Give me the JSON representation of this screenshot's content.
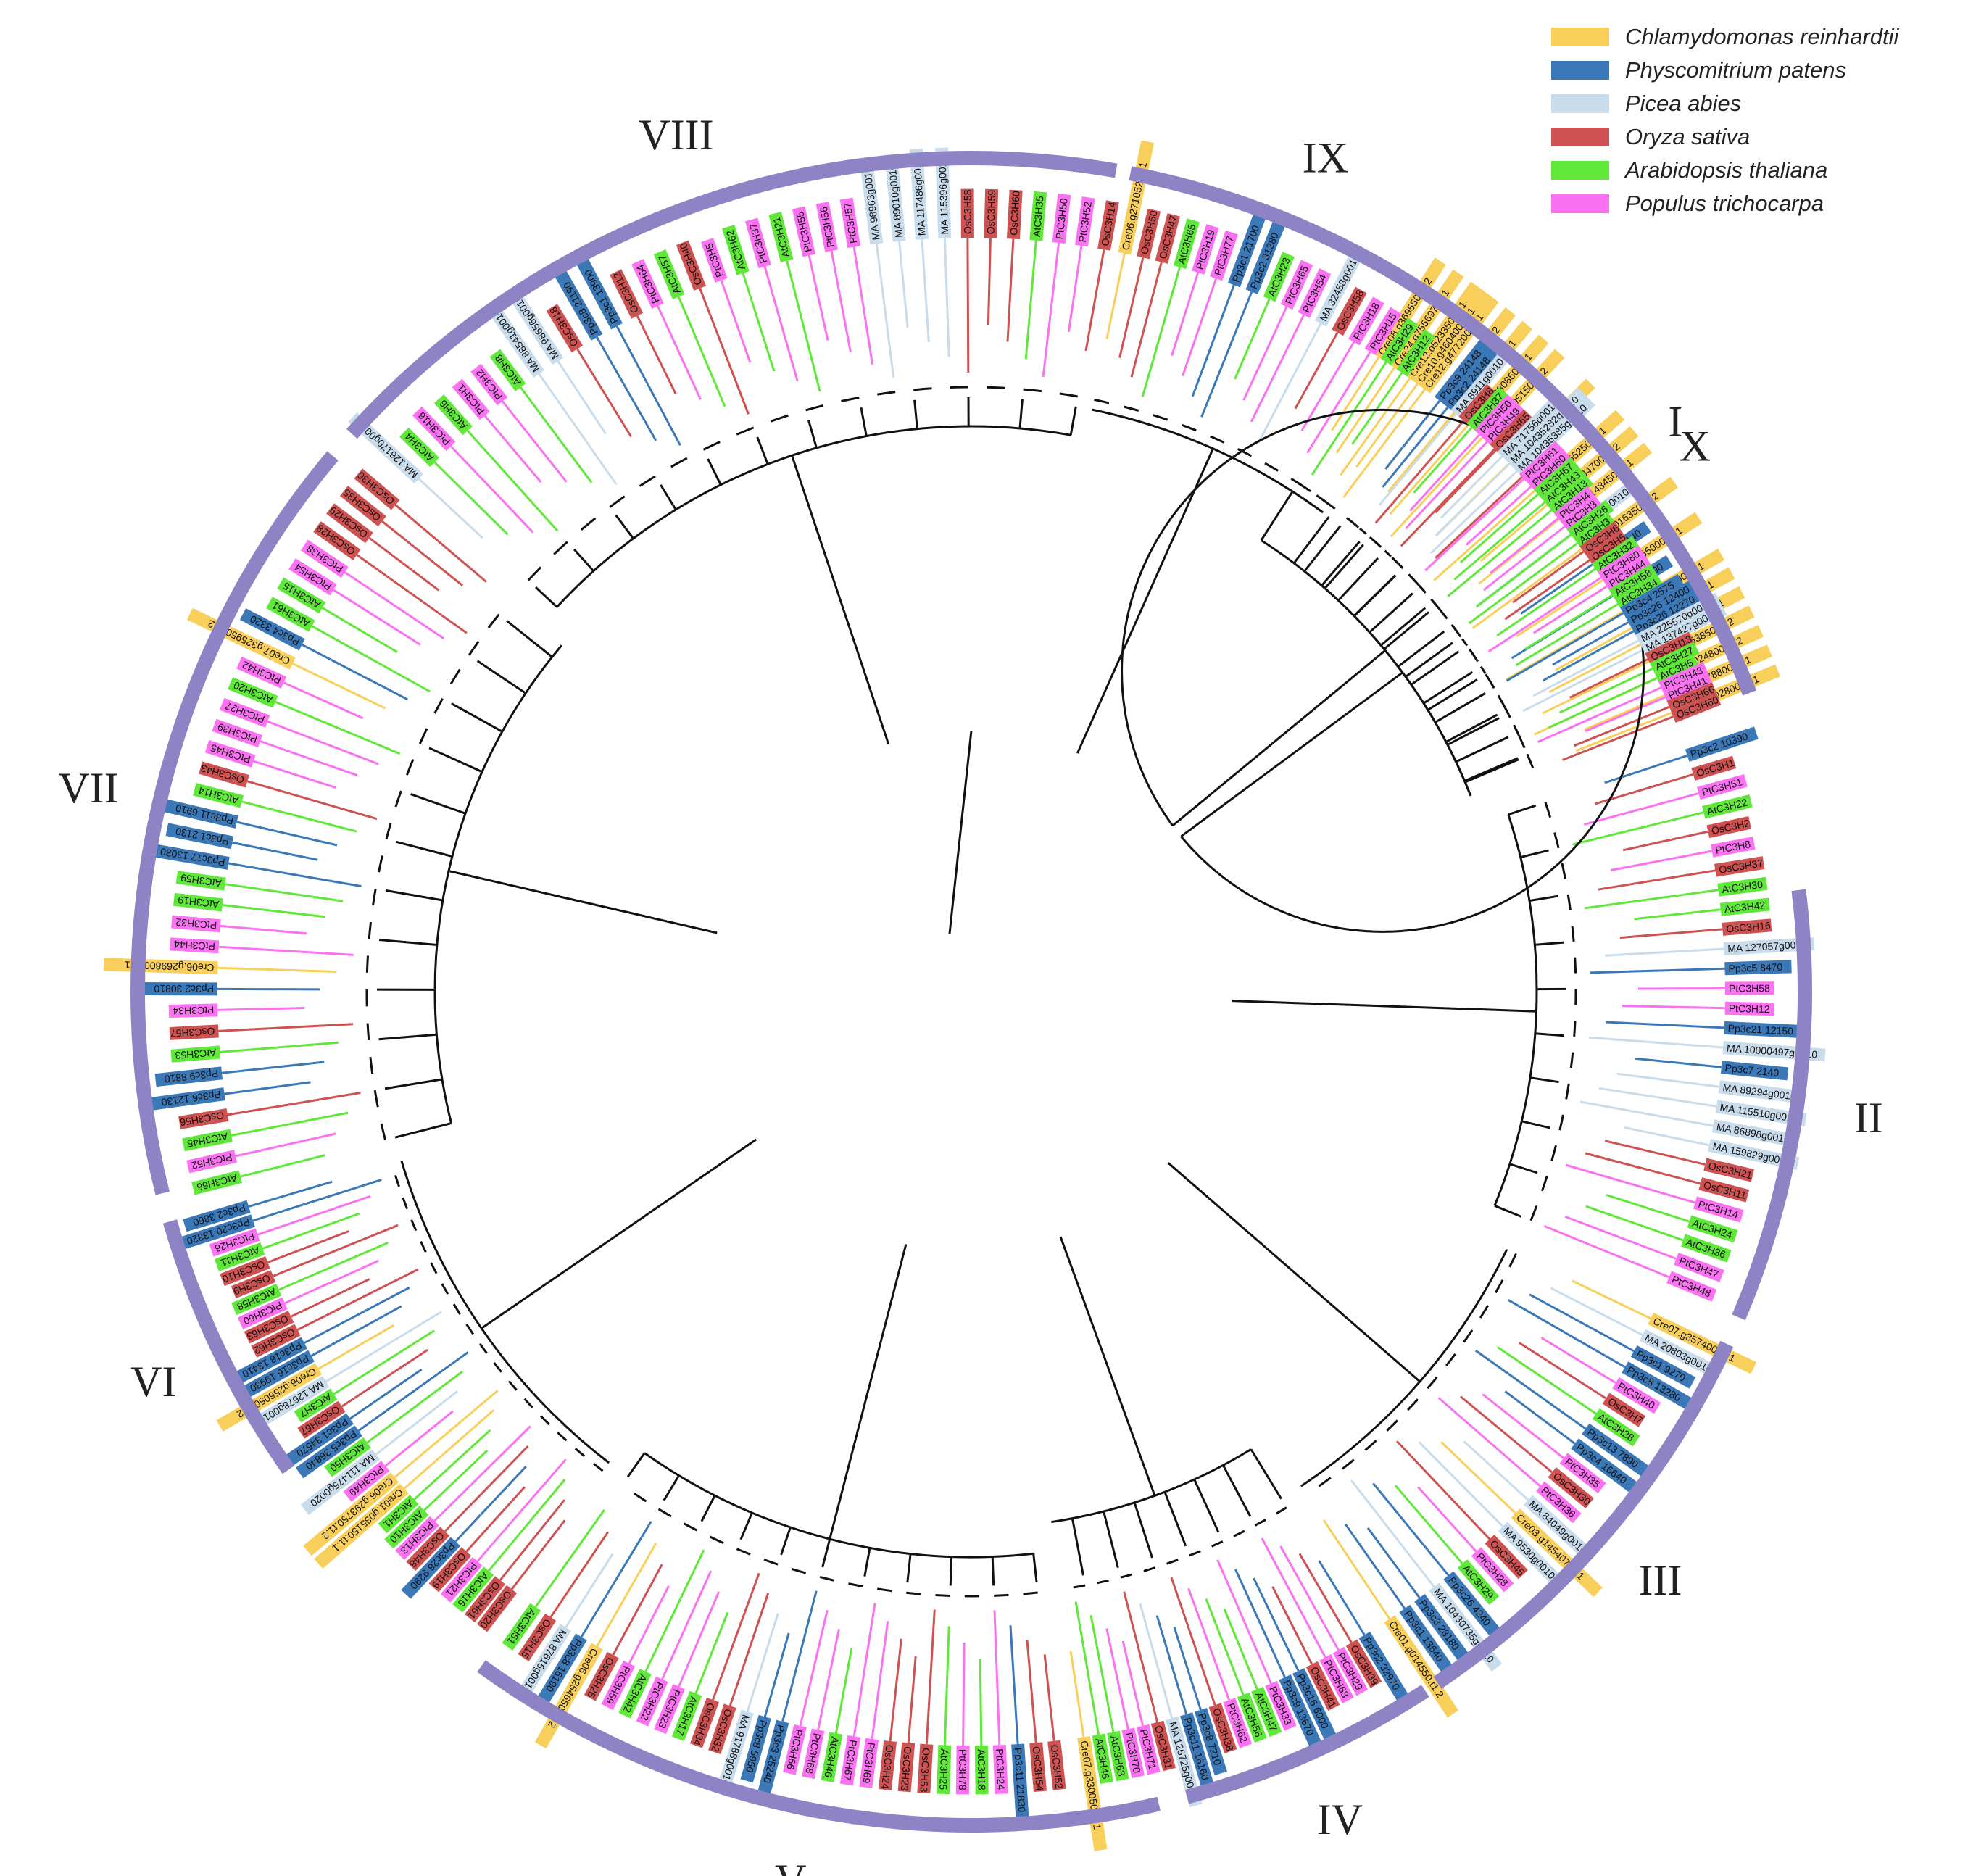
{
  "legend": {
    "items": [
      {
        "label": "Chlamydomonas reinhardtii",
        "color": "#F9CF5C"
      },
      {
        "label": "Physcomitrium patens",
        "color": "#3B78B8"
      },
      {
        "label": "Picea abies",
        "color": "#C9DCEC"
      },
      {
        "label": "Oryza sativa",
        "color": "#CE5252"
      },
      {
        "label": "Arabidopsis thaliana",
        "color": "#5FE839"
      },
      {
        "label": "Populus trichocarpa",
        "color": "#FA72F2"
      }
    ]
  },
  "colors": {
    "ring": "#8E83C4",
    "internal_branch": "#111111"
  },
  "clades": [
    {
      "label": "I",
      "start": 303,
      "end": 339
    },
    {
      "label": "II",
      "start": 353,
      "end": 383
    },
    {
      "label": "III",
      "start": 385,
      "end": 416
    },
    {
      "label": "IV",
      "start": 417,
      "end": 435
    },
    {
      "label": "V",
      "start": 437,
      "end": 486
    },
    {
      "label": "VI",
      "start": 505,
      "end": 524
    },
    {
      "label": "VII",
      "start": 526,
      "end": 580
    },
    {
      "label": "VIII",
      "start": 582,
      "end": 640
    },
    {
      "label": "IX",
      "start": 641,
      "end": 665
    },
    {
      "label": "X",
      "start": 667,
      "end": 699
    }
  ],
  "leaf_groups": [
    {
      "clade": "I",
      "start": 302,
      "end": 339,
      "leaves": [
        [
          "Cre08.g369550.t1.2",
          "C"
        ],
        [
          "Cre24.g755697.t1.1",
          "C"
        ],
        [
          "Cre12.g523350.t1.1",
          "C"
        ],
        [
          "Cre12.g477200.t1.1",
          "C"
        ],
        [
          "Cre01.g055250.t1.2",
          "C"
        ],
        [
          "Cre03.g185650.t1.1",
          "C"
        ],
        [
          "Cre16.g680850.t1.1",
          "C"
        ],
        [
          "Cre01.g005150.t1.2",
          "C"
        ],
        [
          "OsC3H3",
          "O"
        ],
        [
          "Cre13.g602700.t1.1",
          "C"
        ],
        [
          "OsC3H4",
          "O"
        ],
        [
          "Cre07.g355250.t1.1",
          "C"
        ],
        [
          "Cre03.g194700.t1.2",
          "C"
        ],
        [
          "Cre03.g148450.t1.1",
          "C"
        ],
        [
          "MA 840860010",
          "A"
        ],
        [
          "Cre01.g016350.t1.2",
          "C"
        ],
        [
          "Pp3c1 7140",
          "P"
        ],
        [
          "Cre06.g255000.t1.1",
          "C"
        ],
        [
          "Pp3c3 7090",
          "P"
        ],
        [
          "Cre12.g496400.t1.1",
          "C"
        ],
        [
          "Cre09.g401100.t1.1",
          "C"
        ],
        [
          "Cre01.g068600.t1.1",
          "C"
        ],
        [
          "Cre06.g263850.t1.2",
          "C"
        ],
        [
          "Cre01.g024800.t1.2",
          "C"
        ],
        [
          "Cre06.g278800.t1.1",
          "C"
        ],
        [
          "Cre06.g302800.t1.1",
          "C"
        ]
      ]
    },
    {
      "clade": "II",
      "start": 341,
      "end": 383,
      "leaves": [
        [
          "Pp3c2 10390",
          "P"
        ],
        [
          "OsC3H1",
          "O"
        ],
        [
          "PtC3H51",
          "T"
        ],
        [
          "AtC3H22",
          "At"
        ],
        [
          "OsC3H2",
          "O"
        ],
        [
          "PtC3H8",
          "T"
        ],
        [
          "OsC3H37",
          "O"
        ],
        [
          "AtC3H30",
          "At"
        ],
        [
          "AtC3H42",
          "At"
        ],
        [
          "OsC3H16",
          "O"
        ],
        [
          "MA 127057g0010",
          "A"
        ],
        [
          "Pp3c5 8470",
          "P"
        ],
        [
          "PtC3H58",
          "T"
        ],
        [
          "PtC3H12",
          "T"
        ],
        [
          "Pp3c21 12150",
          "P"
        ],
        [
          "MA 10000497g0010",
          "A"
        ],
        [
          "Pp3c7 2140",
          "P"
        ],
        [
          "MA 89294g0010",
          "A"
        ],
        [
          "MA 115510g0010",
          "A"
        ],
        [
          "MA 86898g0010",
          "A"
        ],
        [
          "MA 159829g0010",
          "A"
        ],
        [
          "OsC3H21",
          "O"
        ],
        [
          "OsC3H11",
          "O"
        ],
        [
          "PtC3H14",
          "T"
        ],
        [
          "AtC3H24",
          "At"
        ],
        [
          "AtC3H36",
          "At"
        ],
        [
          "PtC3H47",
          "T"
        ],
        [
          "PtC3H48",
          "T"
        ]
      ]
    },
    {
      "clade": "III",
      "start": 385,
      "end": 417,
      "leaves": [
        [
          "Cre07.g357400.t1.1",
          "C"
        ],
        [
          "MA 20803g0010",
          "A"
        ],
        [
          "Pp3c1 9270",
          "P"
        ],
        [
          "Pp3c8 13280",
          "P"
        ],
        [
          "PtC3H40",
          "T"
        ],
        [
          "OsC3H7",
          "O"
        ],
        [
          "AtC3H28",
          "At"
        ],
        [
          "Pp3c13 7890",
          "P"
        ],
        [
          "Pp3c4 16640",
          "P"
        ],
        [
          "PtC3H35",
          "T"
        ],
        [
          "OsC3H30",
          "O"
        ],
        [
          "PtC3H36",
          "T"
        ],
        [
          "MA 84049g0010",
          "A"
        ],
        [
          "Cre03.g145407.t1.1",
          "C"
        ],
        [
          "MA 9530g0010",
          "A"
        ],
        [
          "OsC3H45",
          "O"
        ],
        [
          "PtC3H28",
          "T"
        ],
        [
          "AtC3H29",
          "At"
        ],
        [
          "Pp3c26 4240",
          "P"
        ],
        [
          "MA 10430735g0010",
          "A"
        ],
        [
          "Pp3c3 28180",
          "P"
        ],
        [
          "Pp3c1 13640",
          "P"
        ],
        [
          "Cre01.g014550.t1.2",
          "C"
        ]
      ]
    },
    {
      "clade": "IV",
      "start": 418,
      "end": 442,
      "leaves": [
        [
          "Pp3c2 32970",
          "P"
        ],
        [
          "OsC3H39",
          "O"
        ],
        [
          "PtC3H29",
          "T"
        ],
        [
          "PtC3H63",
          "T"
        ],
        [
          "OsC3H41",
          "O"
        ],
        [
          "Pp3c16 6000",
          "P"
        ],
        [
          "Pp3c9 13670",
          "P"
        ],
        [
          "PtC3H33",
          "T"
        ],
        [
          "AtC3H47",
          "At"
        ],
        [
          "AtC3H56",
          "At"
        ],
        [
          "PtC3H62",
          "T"
        ],
        [
          "OsC3H38",
          "O"
        ],
        [
          "Pp3c8 7210",
          "P"
        ],
        [
          "Pp3c11 16160",
          "P"
        ],
        [
          "MA 126725g0010",
          "A"
        ],
        [
          "OsC3H31",
          "O"
        ],
        [
          "PtC3H71",
          "T"
        ],
        [
          "PtC3H70",
          "T"
        ],
        [
          "AtC3H63",
          "At"
        ],
        [
          "AtC3H46",
          "At"
        ],
        [
          "Cre07.g330050.t1.1",
          "C"
        ]
      ]
    },
    {
      "clade": "V",
      "start": 443,
      "end": 486,
      "leaves": [
        [
          "OsC3H52",
          "O"
        ],
        [
          "OsC3H54",
          "O"
        ],
        [
          "Pp3c11 21830",
          "P"
        ],
        [
          "PtC3H24",
          "T"
        ],
        [
          "AtC3H18",
          "At"
        ],
        [
          "PtC3H78",
          "T"
        ],
        [
          "AtC3H25",
          "At"
        ],
        [
          "OsC3H53",
          "O"
        ],
        [
          "OsC3H23",
          "O"
        ],
        [
          "OsC3H24",
          "O"
        ],
        [
          "PtC3H69",
          "T"
        ],
        [
          "PtC3H67",
          "T"
        ],
        [
          "AtC3H46",
          "At"
        ],
        [
          "PtC3H68",
          "T"
        ],
        [
          "PtC3H66",
          "T"
        ],
        [
          "Pp3c3 25240",
          "P"
        ],
        [
          "Pp3c8 5950",
          "P"
        ],
        [
          "MA 91788g0010",
          "A"
        ],
        [
          "OsC3H32",
          "O"
        ],
        [
          "OsC3H34",
          "O"
        ],
        [
          "AtC3H17",
          "At"
        ],
        [
          "PtC3H23",
          "T"
        ],
        [
          "PtC3H22",
          "T"
        ],
        [
          "AtC3H42",
          "At"
        ],
        [
          "PtC3H59",
          "T"
        ],
        [
          "OsC3H25",
          "O"
        ],
        [
          "Cre06.g254650.t1.2",
          "C"
        ],
        [
          "Pp3c8 16190",
          "P"
        ],
        [
          "MA 87616g0010",
          "A"
        ],
        [
          "OsC3H15",
          "O"
        ],
        [
          "AtC3H51",
          "At"
        ]
      ]
    },
    {
      "clade": "VI",
      "start": 487,
      "end": 524,
      "leaves": [
        [
          "OsC3H20",
          "O"
        ],
        [
          "OsC3H61",
          "O"
        ],
        [
          "AtC3H16",
          "At"
        ],
        [
          "PtC3H21",
          "T"
        ],
        [
          "OsC3H19",
          "O"
        ],
        [
          "Pp3c26 9290",
          "P"
        ],
        [
          "OsC3H48",
          "O"
        ],
        [
          "PtC3H13",
          "T"
        ],
        [
          "AtC3H10",
          "At"
        ],
        [
          "AtC3H1",
          "At"
        ],
        [
          "Cre01.g035150.t1.1",
          "C"
        ],
        [
          "Cre06.g293750.t1.2",
          "C"
        ],
        [
          "PtC3H49",
          "T"
        ],
        [
          "MA 111475g0020",
          "A"
        ],
        [
          "AtC3H50",
          "At"
        ],
        [
          "Pp3c5 36840",
          "P"
        ],
        [
          "Pp3c1 34570",
          "P"
        ],
        [
          "OsC3H67",
          "O"
        ],
        [
          "AtC3H7",
          "At"
        ],
        [
          "MA 12678g0010",
          "A"
        ],
        [
          "Cre06.g256050.t1.2",
          "C"
        ],
        [
          "Pp3c16 19930",
          "P"
        ],
        [
          "Pp3c18 13410",
          "P"
        ],
        [
          "OsC3H62",
          "O"
        ],
        [
          "OsC3H63",
          "O"
        ],
        [
          "PtC3H60",
          "T"
        ],
        [
          "AtC3H58",
          "At"
        ],
        [
          "OsC3H9",
          "O"
        ],
        [
          "OsC3H10",
          "O"
        ],
        [
          "AtC3H11",
          "At"
        ],
        [
          "PtC3H26",
          "T"
        ],
        [
          "Pp3c20 13320",
          "P"
        ],
        [
          "Pp3c2 3860",
          "P"
        ]
      ]
    },
    {
      "clade": "VII",
      "start": 525,
      "end": 581,
      "leaves": [
        [
          "AtC3H66",
          "At"
        ],
        [
          "PtC3H52",
          "T"
        ],
        [
          "AtC3H45",
          "At"
        ],
        [
          "OsC3H56",
          "O"
        ],
        [
          "Pp3c6 12130",
          "P"
        ],
        [
          "Pp3c9 8810",
          "P"
        ],
        [
          "AtC3H53",
          "At"
        ],
        [
          "OsC3H57",
          "O"
        ],
        [
          "PtC3H34",
          "T"
        ],
        [
          "Pp3c2 30810",
          "P"
        ],
        [
          "Cre06.g269800.t1.1",
          "C"
        ],
        [
          "PtC3H44",
          "T"
        ],
        [
          "PtC3H32",
          "T"
        ],
        [
          "AtC3H19",
          "At"
        ],
        [
          "AtC3H59",
          "At"
        ],
        [
          "Pp3c17 13030",
          "P"
        ],
        [
          "Pp3c1 2130",
          "P"
        ],
        [
          "Pp3c11 6910",
          "P"
        ],
        [
          "AtC3H14",
          "At"
        ],
        [
          "OsC3H43",
          "O"
        ],
        [
          "PtC3H45",
          "T"
        ],
        [
          "PtC3H39",
          "T"
        ],
        [
          "PtC3H27",
          "T"
        ],
        [
          "AtC3H20",
          "At"
        ],
        [
          "PtC3H42",
          "T"
        ],
        [
          "Cre07.g325950.t1.2",
          "C"
        ],
        [
          "Pp3c4 3320",
          "P"
        ],
        [
          "AtC3H61",
          "At"
        ],
        [
          "AtC3H15",
          "At"
        ],
        [
          "PtC3H54",
          "T"
        ],
        [
          "PtC3H38",
          "T"
        ],
        [
          "OsC3H28",
          "O"
        ],
        [
          "OsC3H29",
          "O"
        ],
        [
          "OsC3H35",
          "O"
        ],
        [
          "OsC3H36",
          "O"
        ]
      ]
    },
    {
      "clade": "VIII",
      "start": 582,
      "end": 641,
      "leaves": [
        [
          "MA 126170g0010",
          "A"
        ],
        [
          "AtC3H4",
          "At"
        ],
        [
          "PtC3H16",
          "T"
        ],
        [
          "AtC3H6",
          "At"
        ],
        [
          "PtC3H1",
          "T"
        ],
        [
          "PtC3H2",
          "T"
        ],
        [
          "AtC3H8",
          "At"
        ],
        [
          "MA 88541g0010",
          "A"
        ],
        [
          "MA 98656g0010",
          "A"
        ],
        [
          "OsC3H18",
          "O"
        ],
        [
          "Pp3c8 21190",
          "P"
        ],
        [
          "Pp3c1 13900",
          "P"
        ],
        [
          "OsC3H12",
          "O"
        ],
        [
          "PtC3H64",
          "T"
        ],
        [
          "AtC3H57",
          "At"
        ],
        [
          "OsC3H40",
          "O"
        ],
        [
          "PtC3H5",
          "T"
        ],
        [
          "AtC3H62",
          "At"
        ],
        [
          "PtC3H37",
          "T"
        ],
        [
          "AtC3H21",
          "At"
        ],
        [
          "PtC3H55",
          "T"
        ],
        [
          "PtC3H56",
          "T"
        ],
        [
          "PtC3H57",
          "T"
        ],
        [
          "MA 98963g0010",
          "A"
        ],
        [
          "MA 89010g0010",
          "A"
        ],
        [
          "MA 117486g0010",
          "A"
        ],
        [
          "MA 115396g0010",
          "A"
        ],
        [
          "OsC3H58",
          "O"
        ],
        [
          "OsC3H59",
          "O"
        ],
        [
          "OsC3H60",
          "O"
        ],
        [
          "AtC3H35",
          "At"
        ],
        [
          "PtC3H50",
          "T"
        ],
        [
          "PtC3H52",
          "T"
        ],
        [
          "OsC3H14",
          "O"
        ]
      ]
    },
    {
      "clade": "IX",
      "start": 641,
      "end": 667,
      "leaves": [
        [
          "Cre06.g271052.t1.1",
          "C"
        ],
        [
          "OsC3H50",
          "O"
        ],
        [
          "OsC3H47",
          "O"
        ],
        [
          "AtC3H65",
          "At"
        ],
        [
          "PtC3H19",
          "T"
        ],
        [
          "PtC3H77",
          "T"
        ],
        [
          "Pp3c1 21700",
          "P"
        ],
        [
          "Pp3c2 31280",
          "P"
        ],
        [
          "AtC3H23",
          "At"
        ],
        [
          "PtC3H65",
          "T"
        ],
        [
          "PtC3H54",
          "T"
        ],
        [
          "MA 32458g0010",
          "A"
        ],
        [
          "OsC3H58",
          "O"
        ],
        [
          "PtC3H18",
          "T"
        ],
        [
          "PtC3H15",
          "T"
        ],
        [
          "AtC3H29",
          "At"
        ],
        [
          "AtC3H12",
          "At"
        ],
        [
          "Cre10.g460400.t1.1",
          "C"
        ]
      ]
    },
    {
      "clade": "X",
      "start": 668,
      "end": 699,
      "leaves": [
        [
          "Pp3c9 24148",
          "P"
        ],
        [
          "Pp3c2 24148",
          "P"
        ],
        [
          "MA 8911g0010",
          "A"
        ],
        [
          "OsC3H8",
          "O"
        ],
        [
          "AtC3H37",
          "At"
        ],
        [
          "PtC3H50",
          "T"
        ],
        [
          "PtC3H49",
          "T"
        ],
        [
          "OsC3H65",
          "O"
        ],
        [
          "MA 71756g0010",
          "A"
        ],
        [
          "MA 10435282g0010",
          "A"
        ],
        [
          "MA 10435385g0010",
          "A"
        ],
        [
          "PtC3H61",
          "T"
        ],
        [
          "PtC3H60",
          "T"
        ],
        [
          "AtC3H67",
          "At"
        ],
        [
          "AtC3H43",
          "At"
        ],
        [
          "AtC3H13",
          "At"
        ],
        [
          "PtC3H4",
          "T"
        ],
        [
          "PtC3H3",
          "T"
        ],
        [
          "AtC3H26",
          "At"
        ],
        [
          "AtC3H3",
          "At"
        ],
        [
          "OsC3H6",
          "O"
        ],
        [
          "OsC3H5",
          "O"
        ],
        [
          "AtC3H32",
          "At"
        ],
        [
          "PtC3H80",
          "T"
        ],
        [
          "PtC3H44",
          "T"
        ],
        [
          "AtC3H58",
          "At"
        ],
        [
          "AtC3H34",
          "At"
        ],
        [
          "Pp3c4 2575",
          "P"
        ],
        [
          "Pp3c26 12400",
          "P"
        ],
        [
          "Pp3c26 12270",
          "P"
        ],
        [
          "MA 225570g0020",
          "A"
        ],
        [
          "MA 137427g0010",
          "A"
        ],
        [
          "OsC3H13",
          "O"
        ],
        [
          "AtC3H27",
          "At"
        ],
        [
          "AtC3H5",
          "At"
        ],
        [
          "PtC3H43",
          "T"
        ],
        [
          "PtC3H41",
          "T"
        ],
        [
          "OsC3H66",
          "O"
        ],
        [
          "OsC3H60",
          "O"
        ]
      ]
    }
  ]
}
